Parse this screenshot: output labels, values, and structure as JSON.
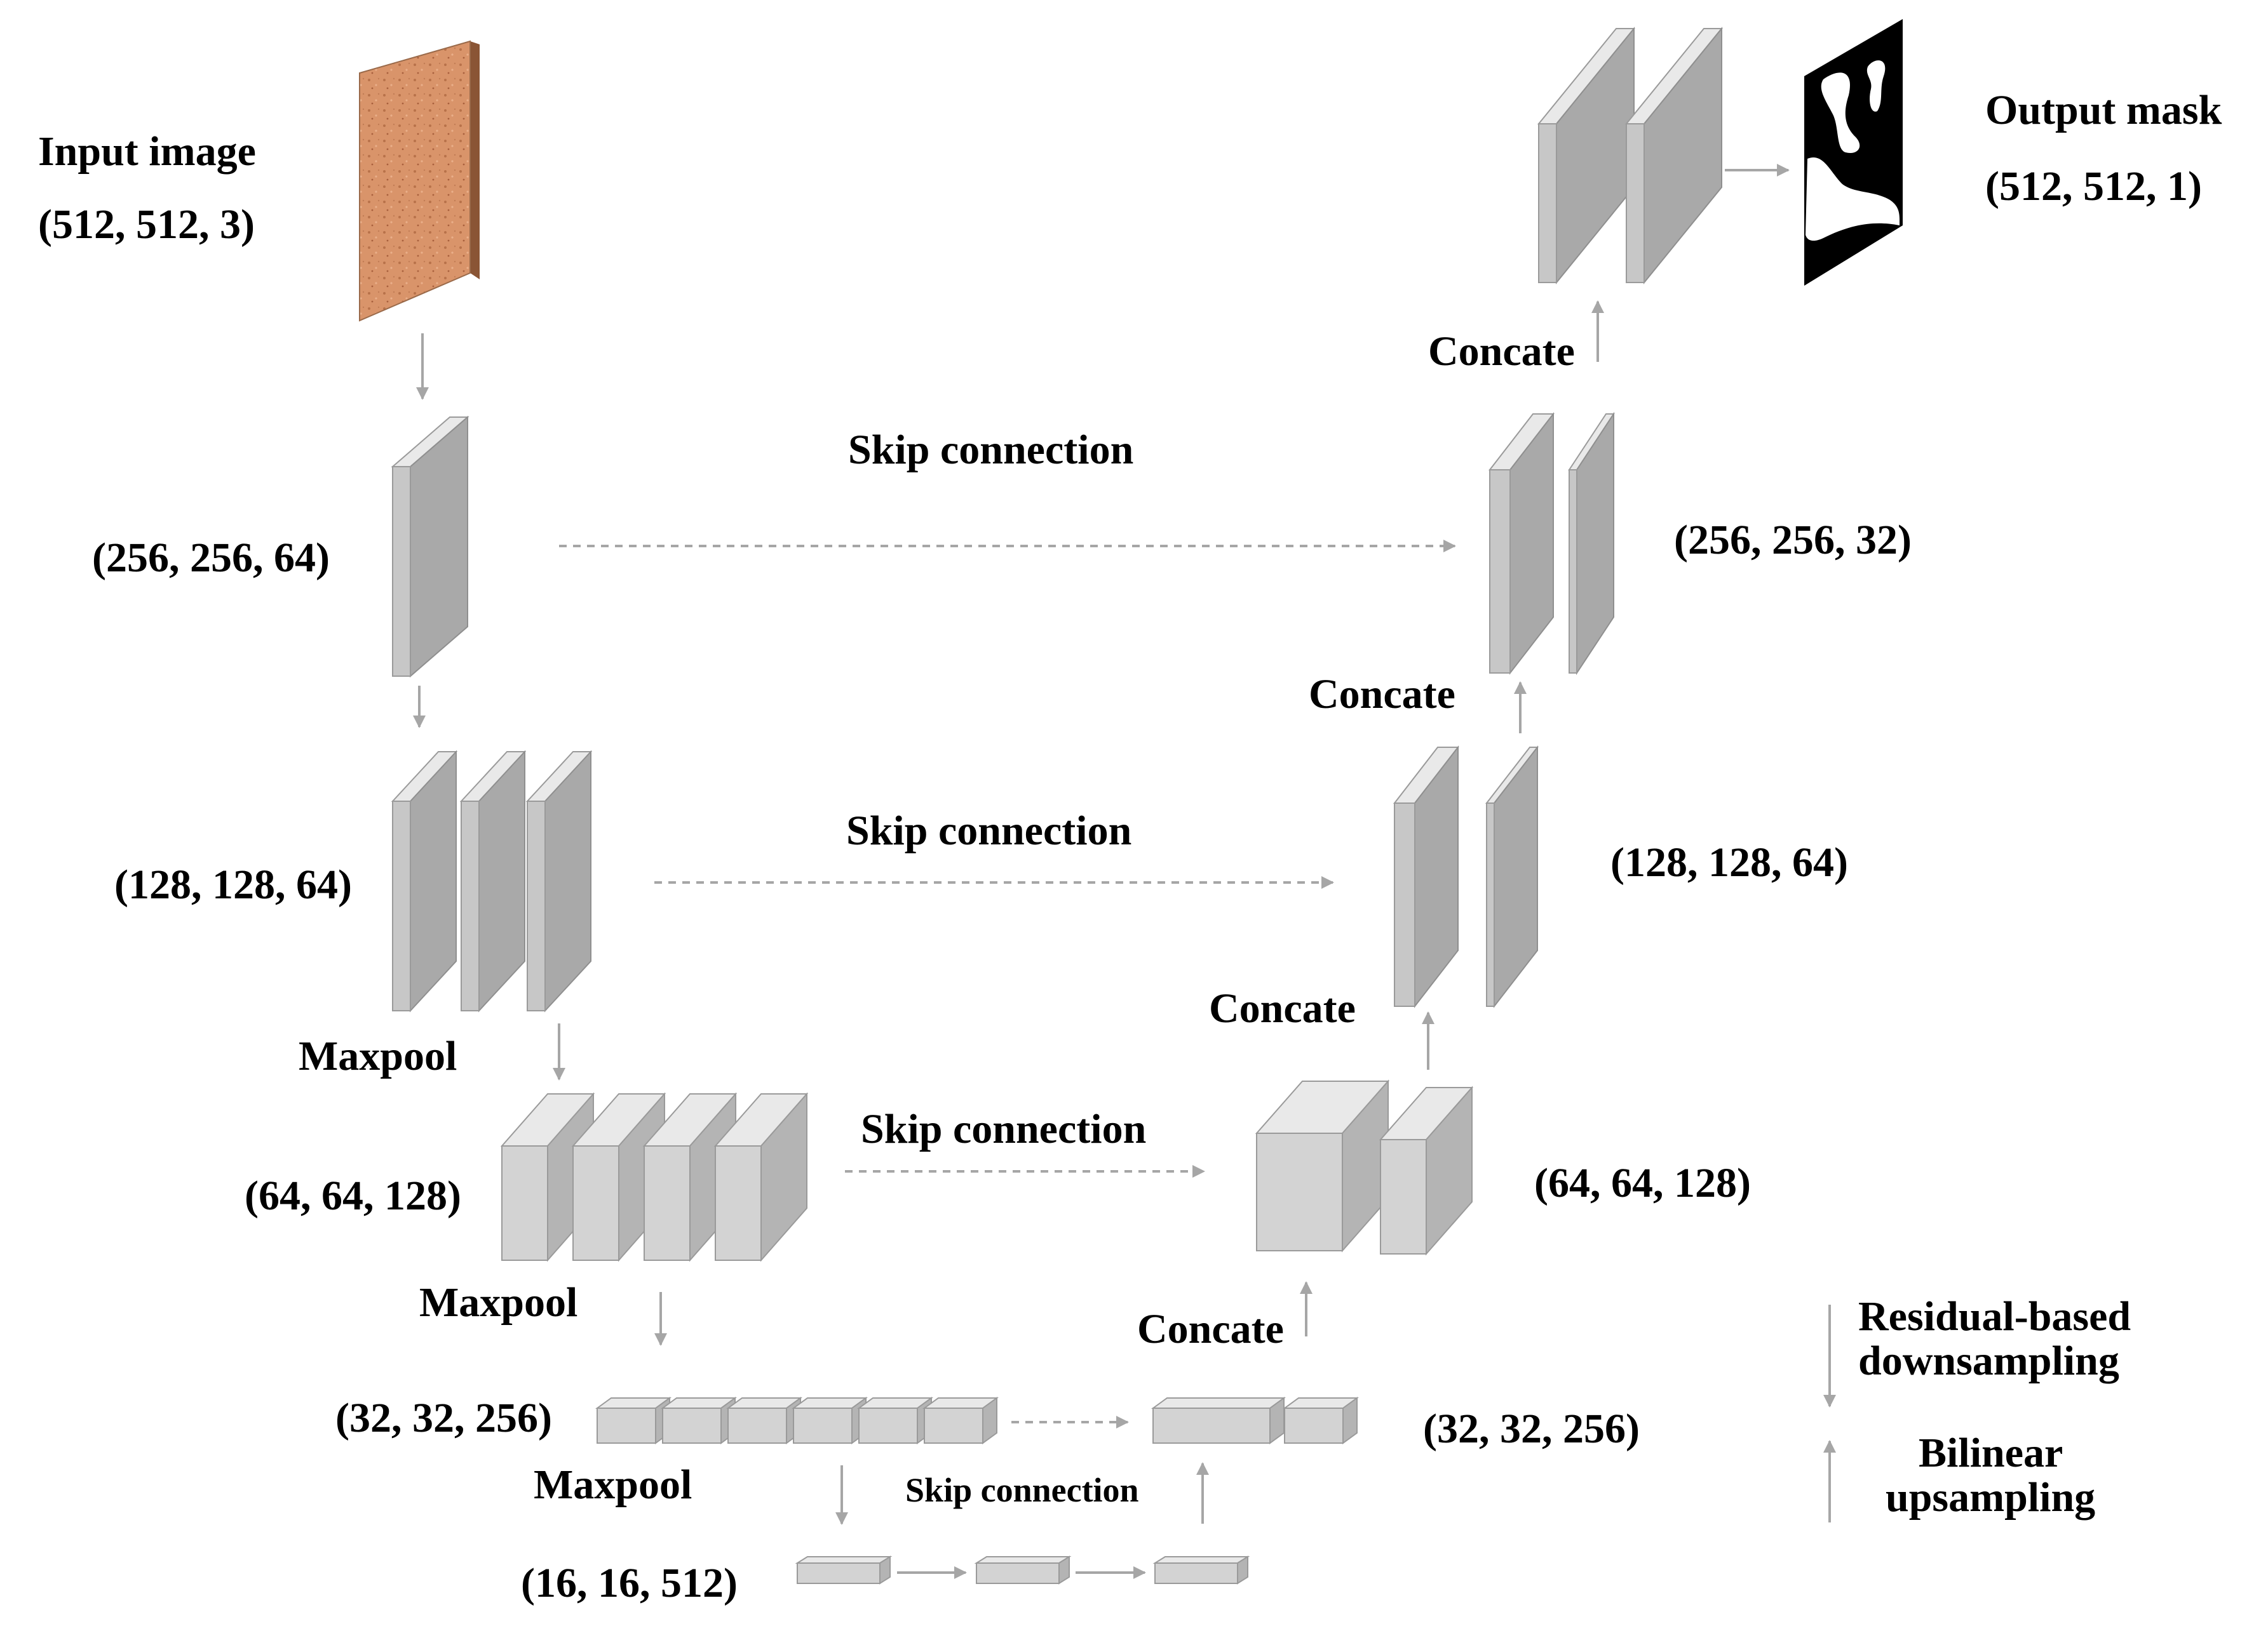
{
  "input": {
    "title": "Input image",
    "shape": "(512, 512, 3)"
  },
  "output": {
    "title": "Output mask",
    "shape": "(512, 512, 1)"
  },
  "encoder": {
    "e1": "(256, 256, 64)",
    "e2": "(128, 128, 64)",
    "e3": "(64, 64, 128)",
    "e4": "(32, 32, 256)",
    "bottleneck": "(16, 16, 512)"
  },
  "decoder": {
    "d1": "(256, 256, 32)",
    "d2": "(128, 128, 64)",
    "d3": "(64, 64, 128)",
    "d4": "(32, 32, 256)"
  },
  "ops": {
    "maxpool": "Maxpool",
    "concate": "Concate",
    "skip": "Skip connection"
  },
  "legend": {
    "down_line1": "Residual-based",
    "down_line2": "downsampling",
    "up_line1": "Bilinear",
    "up_line2": "upsampling"
  },
  "colors": {
    "block_front": "#d3d3d3",
    "block_top": "#e9e9e9",
    "block_side": "#b4b4b4",
    "thin_front": "#c7c7c7",
    "thin_side": "#a9a9a9",
    "arrow": "#a6a6a6",
    "input_texture": "#d9946a"
  }
}
